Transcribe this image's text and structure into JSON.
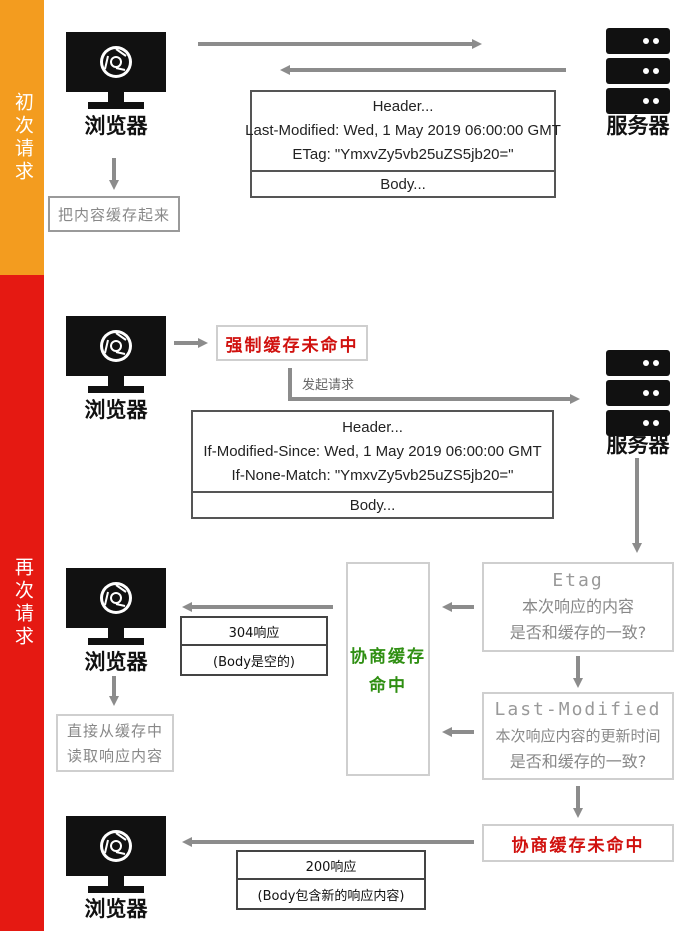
{
  "phases": {
    "first": "初次请求",
    "again": "再次请求"
  },
  "labels": {
    "browser": "浏览器",
    "server": "服务器"
  },
  "first_request": {
    "cache_it": "把内容缓存起来",
    "response": {
      "header": "Header...",
      "last_modified": "Last-Modified: Wed, 1 May 2019 06:00:00 GMT",
      "etag": "ETag: \"YmxvZy5vb25uZS5jb20=\"",
      "body": "Body..."
    }
  },
  "second_request": {
    "strong_cache_miss": "强制缓存未命中",
    "send_request": "发起请求",
    "request": {
      "header": "Header...",
      "if_modified_since": "If-Modified-Since: Wed, 1 May 2019 06:00:00 GMT",
      "if_none_match": "If-None-Match: \"YmxvZy5vb25uZS5jb20=\"",
      "body": "Body..."
    },
    "etag_check": {
      "title": "Etag",
      "line1": "本次响应的内容",
      "line2": "是否和缓存的一致?"
    },
    "lastmod_check": {
      "title": "Last-Modified",
      "line1": "本次响应内容的更新时间",
      "line2": "是否和缓存的一致?"
    },
    "negotiate_hit": {
      "line1": "协商缓存",
      "line2": "命中"
    },
    "resp_304": {
      "code": "304响应",
      "note": "(Body是空的)"
    },
    "read_cache": {
      "line1": "直接从缓存中",
      "line2": "读取响应内容"
    },
    "negotiate_miss": "协商缓存未命中",
    "resp_200": {
      "code": "200响应",
      "note": "(Body包含新的响应内容)"
    }
  },
  "colors": {
    "phase_first": "#f39c1f",
    "phase_again": "#e51912",
    "arrow": "#8c8c8c",
    "miss_text": "#d0110e",
    "hit_text": "#2f8f12"
  }
}
